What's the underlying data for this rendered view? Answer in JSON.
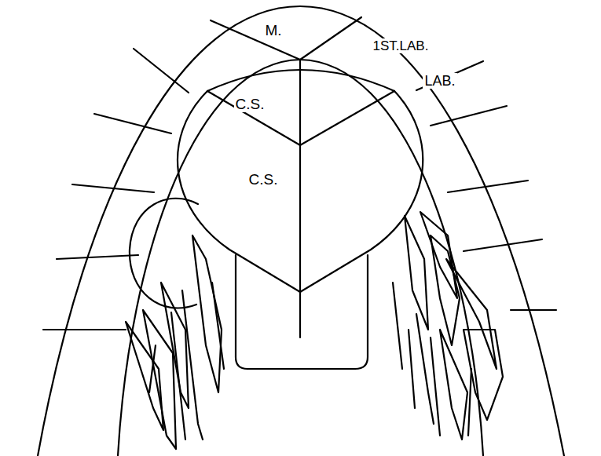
{
  "diagram": {
    "labels": [
      "M.",
      "1ST.LAB.",
      "C.S.",
      "LAB.",
      "C.S."
    ]
  }
}
